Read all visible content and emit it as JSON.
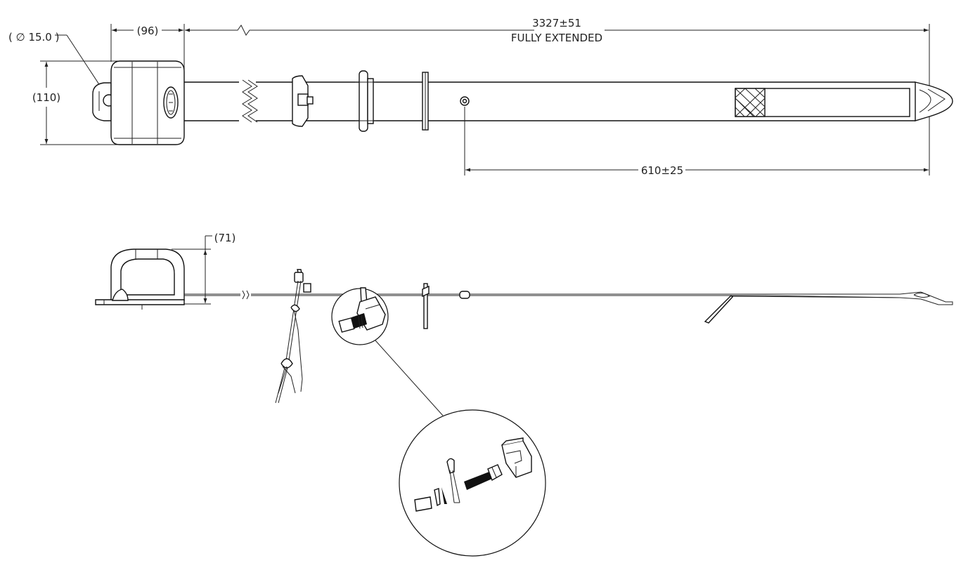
{
  "dimensions": {
    "hole_diameter": "( ∅ 15.0 )",
    "head_width": "(96)",
    "overall_length": "3327±51",
    "overall_note": "FULLY EXTENDED",
    "head_height": "(110)",
    "tab_length": "610±25",
    "side_height": "(71)"
  }
}
